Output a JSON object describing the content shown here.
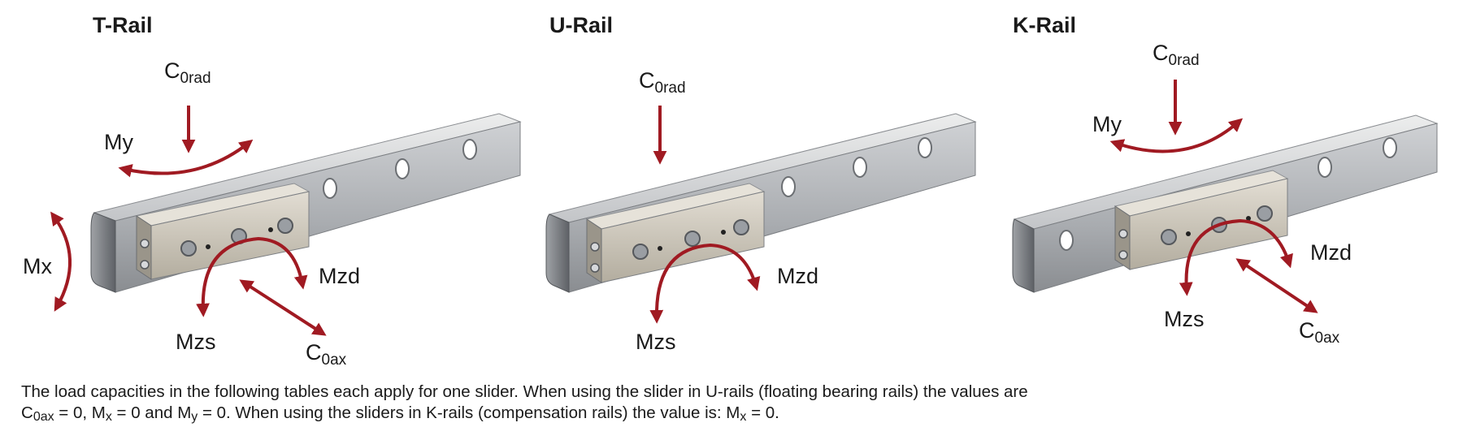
{
  "colors": {
    "arrow": "#a01a22",
    "rail_light": "#d9dadc",
    "rail_mid": "#b9bbbe",
    "rail_dark": "#8b8e92",
    "slider_face": "#c8c2b6"
  },
  "rails": [
    {
      "title": "T-Rail",
      "labels": {
        "c0rad": {
          "base": "C",
          "sub": "0rad"
        },
        "my": "My",
        "mx": "Mx",
        "mzd": "Mzd",
        "mzs": "Mzs",
        "c0ax": {
          "base": "C",
          "sub": "0ax"
        }
      }
    },
    {
      "title": "U-Rail",
      "labels": {
        "c0rad": {
          "base": "C",
          "sub": "0rad"
        },
        "mzd": "Mzd",
        "mzs": "Mzs"
      }
    },
    {
      "title": "K-Rail",
      "labels": {
        "c0rad": {
          "base": "C",
          "sub": "0rad"
        },
        "my": "My",
        "mzd": "Mzd",
        "mzs": "Mzs",
        "c0ax": {
          "base": "C",
          "sub": "0ax"
        }
      }
    }
  ],
  "caption": {
    "line1": "The load capacities in the following tables each apply for one slider. When using the slider in U-rails (floating bearing rails) the values are",
    "l2_c": "C",
    "l2_c_sub": "0ax",
    "l2_a": " = 0, M",
    "l2_mx_sub": "x",
    "l2_b": " = 0 and M",
    "l2_my_sub": "y",
    "l2_c2": " = 0. When using the sliders in K-rails (compensation rails) the value is: M",
    "l2_mx2_sub": "x",
    "l2_end": " = 0."
  }
}
